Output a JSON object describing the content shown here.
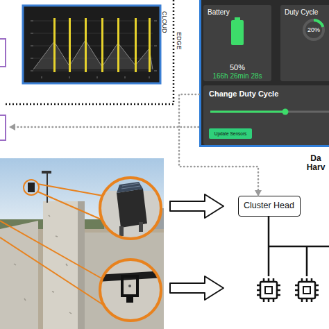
{
  "diagram": {
    "nodes": [
      {
        "text": [
          "Da Harv"
        ]
      },
      {
        "text": [
          "Battery",
          "50%",
          "166h 26min 28s"
        ],
        "in": 0
      },
      {
        "text": [
          "Duty Cycle",
          "20%"
        ],
        "in": 0
      },
      {
        "text": [
          "Change Duty Cycle"
        ],
        "in": 0
      },
      {
        "text": [
          "Update Sensors"
        ],
        "in": 3
      },
      {
        "text": [
          "Cluster Head"
        ]
      }
    ],
    "edges": [
      {
        "from": 0,
        "to": 5,
        "arrow": "to"
      }
    ],
    "labels": [
      "CLOUD",
      "EDGE"
    ]
  }
}
